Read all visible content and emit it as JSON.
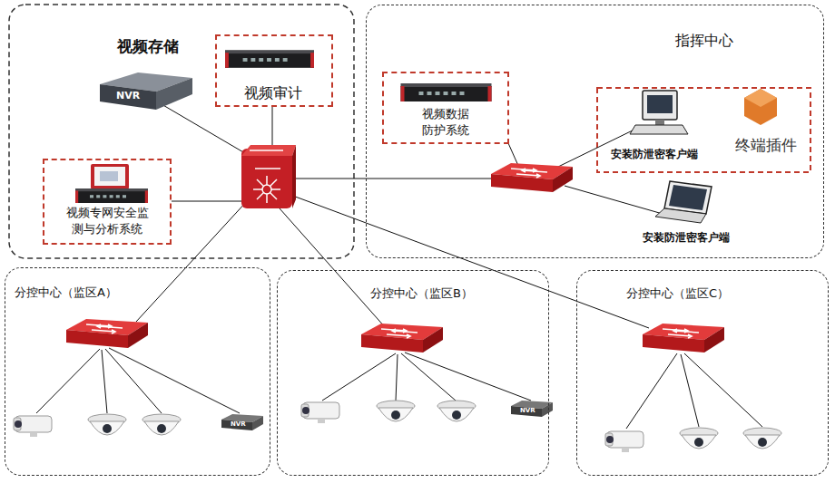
{
  "diagram": {
    "nodes": [
      {
        "text": [
          "视频存储"
        ]
      },
      {
        "text": [
          "视频审计"
        ]
      },
      {
        "text": [
          "视频专网安全监测与分析系统"
        ]
      },
      {
        "text": [
          "指挥中心"
        ]
      },
      {
        "text": [
          "视频数据防护系统"
        ],
        "in": 3
      },
      {
        "text": [
          "安装防泄密客户端"
        ],
        "in": 3
      },
      {
        "text": [
          "终端插件"
        ],
        "in": 3
      },
      {
        "text": [
          "安装防泄密客户端"
        ],
        "in": 3
      },
      {
        "text": [
          "分控中心（监区A）"
        ]
      },
      {
        "text": [
          "分控中心（监区B）"
        ]
      },
      {
        "text": [
          "分控中心（监区C）"
        ]
      }
    ],
    "labels": [
      "NVR",
      "NVR",
      "NVR"
    ]
  }
}
